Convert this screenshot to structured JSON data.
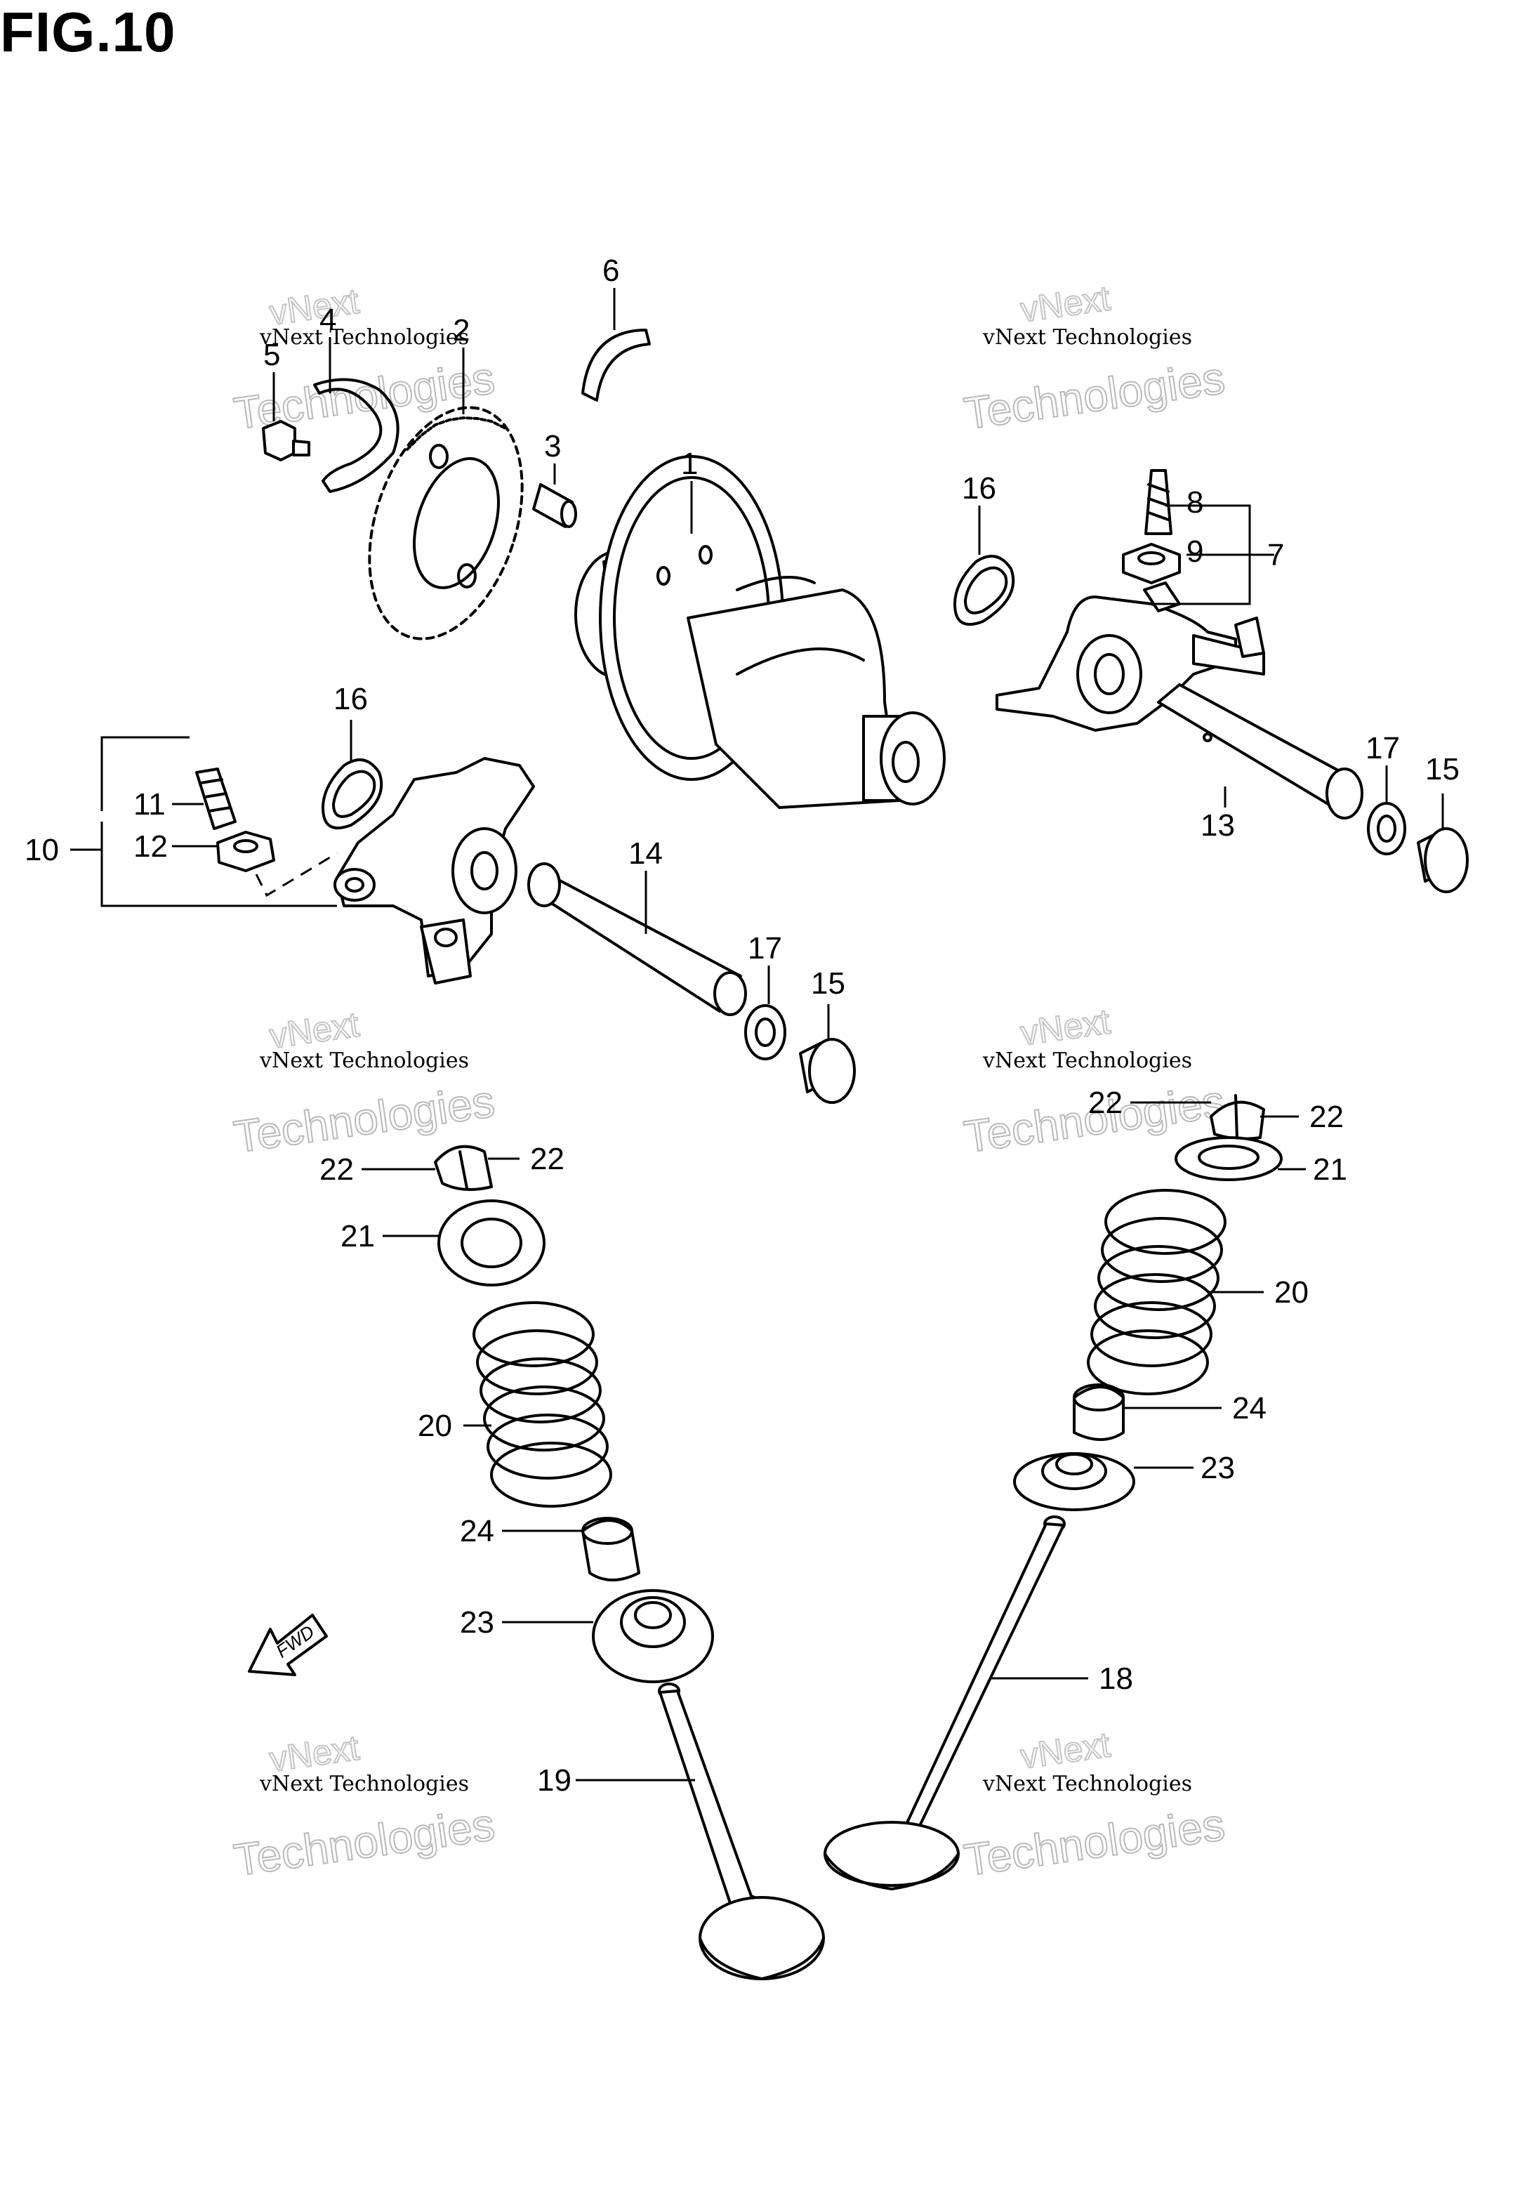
{
  "figure": {
    "title": "FIG.10"
  },
  "watermark": {
    "line1": "vNext Technologies",
    "line2": "Technologies",
    "line3": "vNext"
  },
  "fwd_label": "FWD",
  "callouts": [
    "1",
    "2",
    "3",
    "4",
    "5",
    "6",
    "7",
    "8",
    "9",
    "10",
    "11",
    "12",
    "13",
    "14",
    "15",
    "16",
    "17",
    "18",
    "19",
    "20",
    "21",
    "22",
    "23",
    "24"
  ]
}
